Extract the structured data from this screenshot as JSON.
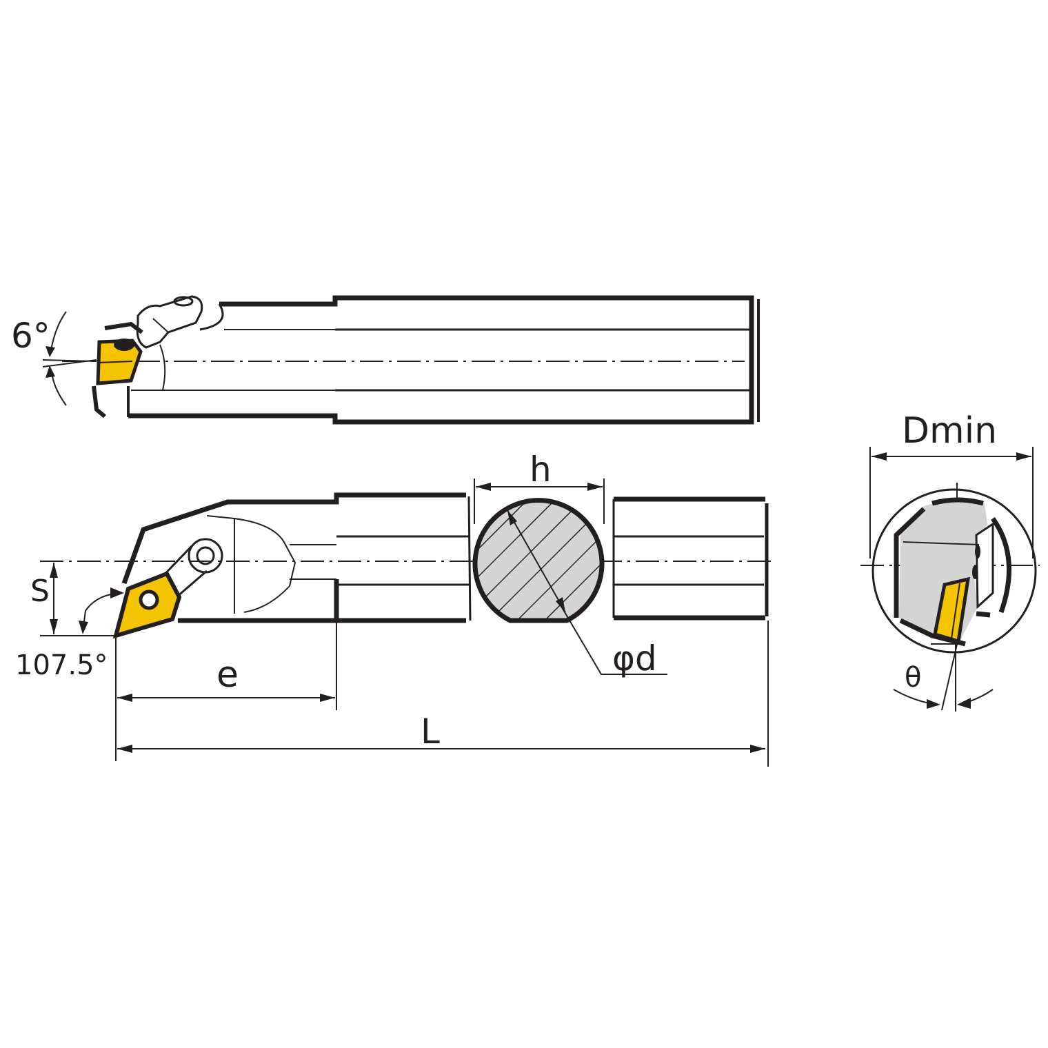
{
  "labels": {
    "top_angle": "6°",
    "lead_angle": "107.5°",
    "offset_s": "S",
    "length_e": "e",
    "total_length": "L",
    "flat_h": "h",
    "diameter": "φd",
    "min_bore": "Dmin",
    "inclination": "θ"
  },
  "colors": {
    "outline": "#231f20",
    "insert": "#f5c400",
    "section_fill": "#d4d4d4",
    "background": "#ffffff"
  }
}
